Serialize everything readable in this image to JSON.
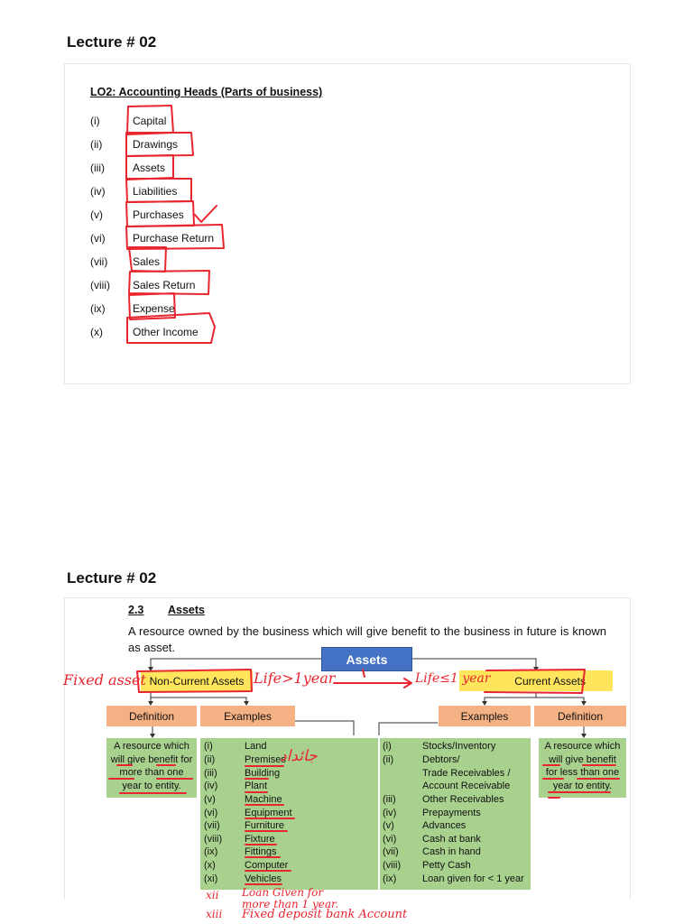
{
  "lecture1": {
    "title": "Lecture # 02",
    "slide": {
      "heading": "LO2: Accounting Heads (Parts of business)",
      "heads": [
        {
          "num": "(i)",
          "label": "Capital"
        },
        {
          "num": "(ii)",
          "label": "Drawings"
        },
        {
          "num": "(iii)",
          "label": "Assets"
        },
        {
          "num": "(iv)",
          "label": "Liabilities"
        },
        {
          "num": "(v)",
          "label": "Purchases"
        },
        {
          "num": "(vi)",
          "label": "Purchase Return"
        },
        {
          "num": "(vii)",
          "label": "Sales"
        },
        {
          "num": "(viii)",
          "label": "Sales Return"
        },
        {
          "num": "(ix)",
          "label": "Expense"
        },
        {
          "num": "(x)",
          "label": "Other Income"
        }
      ]
    }
  },
  "lecture2": {
    "title": "Lecture # 02",
    "slide": {
      "section_num": "2.3",
      "section_title": "Assets",
      "definition": "A resource owned by the business which will give benefit to the business in future is known as asset.",
      "root": "Assets",
      "non_current": "Non-Current Assets",
      "current": "Current Assets",
      "nc_definition_label": "Definition",
      "nc_examples_label": "Examples",
      "c_examples_label": "Examples",
      "c_definition_label": "Definition",
      "nc_definition_text": "A resource which will give benefit for more than one year to entity.",
      "c_definition_text": "A resource which will give benefit for less than one year to entity.",
      "nc_examples": [
        {
          "num": "(i)",
          "text": "Land"
        },
        {
          "num": "(ii)",
          "text": "Premises"
        },
        {
          "num": "(iii)",
          "text": "Building"
        },
        {
          "num": "(iv)",
          "text": "Plant"
        },
        {
          "num": "(v)",
          "text": "Machine"
        },
        {
          "num": "(vi)",
          "text": "Equipment"
        },
        {
          "num": "(vii)",
          "text": "Furniture"
        },
        {
          "num": "(viii)",
          "text": "Fixture"
        },
        {
          "num": "(ix)",
          "text": "Fittings"
        },
        {
          "num": "(x)",
          "text": "Computer"
        },
        {
          "num": "(xi)",
          "text": "Vehicles"
        }
      ],
      "c_examples": [
        {
          "num": "(i)",
          "text": "Stocks/Inventory"
        },
        {
          "num": "(ii)",
          "text": "Debtors/"
        },
        {
          "num": "",
          "text": "Trade Receivables /"
        },
        {
          "num": "",
          "text": "Account Receivable"
        },
        {
          "num": "(iii)",
          "text": "Other Receivables"
        },
        {
          "num": "(iv)",
          "text": "Prepayments"
        },
        {
          "num": "(v)",
          "text": "Advances"
        },
        {
          "num": "(vi)",
          "text": "Cash at bank"
        },
        {
          "num": "(vii)",
          "text": "Cash in hand"
        },
        {
          "num": "(viii)",
          "text": "Petty Cash"
        },
        {
          "num": "(ix)",
          "text": "Loan given for < 1 year"
        }
      ]
    },
    "handwriting": {
      "fixed_asset": "Fixed asset",
      "life_gt": "Life>1year",
      "life_lt": "Life≤1 year",
      "urdu_note": "جائداد",
      "xii_num": "xii",
      "xii_text": "Loan Given for",
      "xii_text2": "more than 1 year.",
      "xiii_num": "xiii",
      "xiii_text": "Fixed deposit bank Account"
    },
    "colors": {
      "accent_blue": "#4472c4",
      "yellow": "#ffe55c",
      "orange": "#f4b183",
      "green": "#a9d18e",
      "ink_red": "#e8262f"
    }
  }
}
